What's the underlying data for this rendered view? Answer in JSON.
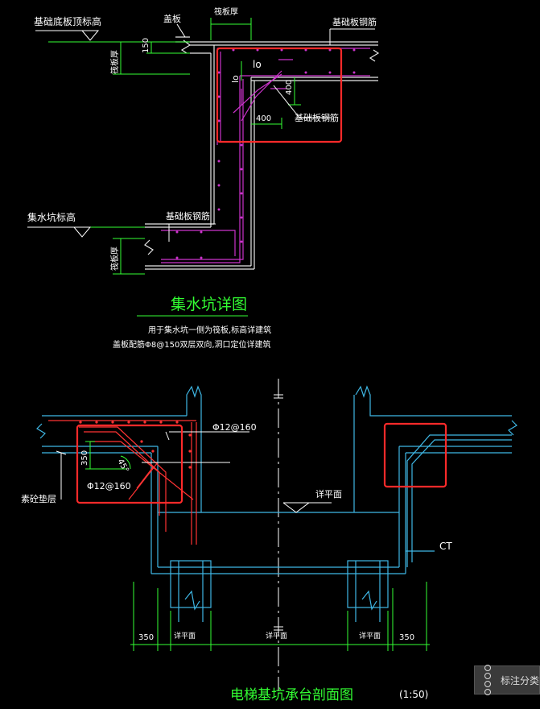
{
  "top_detail": {
    "label_slab_bottom": "基础底板顶标高",
    "label_cover_plate": "盖板",
    "label_thickness_top": "筏板厚",
    "label_slab_rebar_top": "基础板钢筋",
    "dim_150": "150",
    "label_thickness_left": "筏板厚",
    "label_lo_1": "lo",
    "label_lo_2": "lo",
    "dim_400_v": "400",
    "dim_400_h": "400",
    "label_slab_rebar_mid": "基础板钢筋",
    "label_pit_elev": "集水坑标高",
    "label_slab_rebar_bottom": "基础板钢筋",
    "label_thickness_bottom": "筏板厚",
    "title": "集水坑详图",
    "note_line1": "用于集水坑一侧为筏板,标高详建筑",
    "note_line2": "盖板配筋Φ8@150双层双向,洞口定位详建筑"
  },
  "bottom_detail": {
    "rebar_label_1": "Φ12@160",
    "dim_350_v": "350",
    "angle_45": "45°",
    "rebar_label_2": "Φ12@160",
    "label_cushion": "素砼垫层",
    "label_see_plan": "详平面",
    "label_ct": "CT",
    "dim_350_left": "350",
    "dim_plan_left": "详平面",
    "dim_plan_mid": "详平面",
    "dim_plan_right": "详平面",
    "dim_350_right": "350",
    "title": "电梯基坑承台剖面图",
    "scale": "(1:50)"
  },
  "panel": {
    "label": "标注分类"
  },
  "colors": {
    "background": "#000000",
    "concrete_line": "#3fb8e6",
    "rebar_top": "#cc33cc",
    "rebar_bottom": "#ff3333",
    "dimension": "#33ff33",
    "highlight_box": "#ff2a2a",
    "text": "#ffffff"
  }
}
